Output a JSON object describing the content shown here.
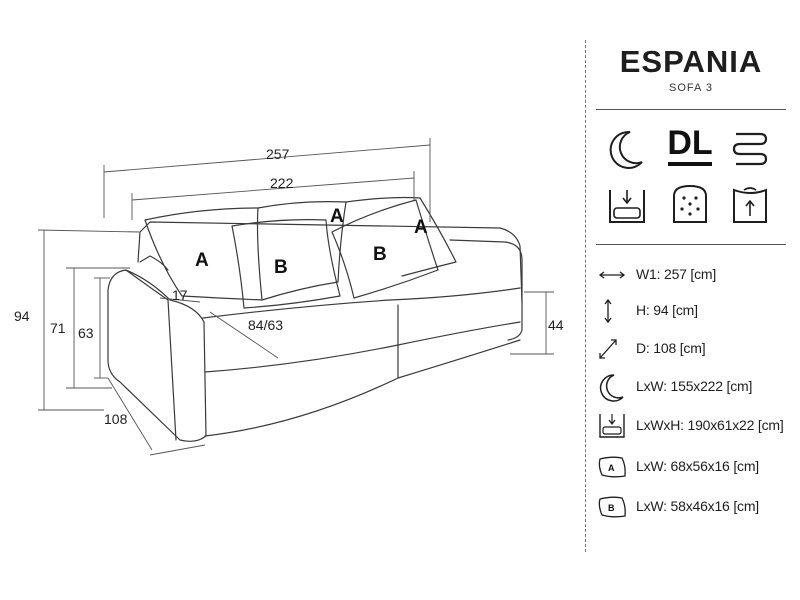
{
  "product": {
    "name": "ESPANIA",
    "model": "SOFA 3"
  },
  "drawing": {
    "dimensions": {
      "total_width": "257",
      "seat_width": "222",
      "height": "94",
      "backrest_height": "71",
      "arm_height": "63",
      "depth": "108",
      "arm_width": "17",
      "seat_depth": "84/63",
      "seat_height": "44"
    },
    "pillows": [
      "A",
      "A",
      "A",
      "B",
      "B"
    ]
  },
  "feature_icons": [
    {
      "icon": "sleep-function-icon"
    },
    {
      "icon": "dl-mechanism-icon",
      "label": "DL"
    },
    {
      "icon": "spring-icon"
    },
    {
      "icon": "bedding-storage-icon"
    },
    {
      "icon": "pocket-spring-icon"
    },
    {
      "icon": "removable-cover-icon"
    }
  ],
  "specs": [
    {
      "icon": "width-arrow-icon",
      "text": "W1: 257 [cm]"
    },
    {
      "icon": "height-arrow-icon",
      "text": "H: 94 [cm]"
    },
    {
      "icon": "depth-arrow-icon",
      "text": "D: 108 [cm]"
    },
    {
      "icon": "sleep-area-icon",
      "text": "LxW: 155x222 [cm]"
    },
    {
      "icon": "storage-icon",
      "text": "LxWxH: 190x61x22 [cm]"
    },
    {
      "icon": "pillow-a-icon",
      "label": "A",
      "text": "LxW: 68x56x16 [cm]"
    },
    {
      "icon": "pillow-b-icon",
      "label": "B",
      "text": "LxW: 58x46x16 [cm]"
    }
  ]
}
